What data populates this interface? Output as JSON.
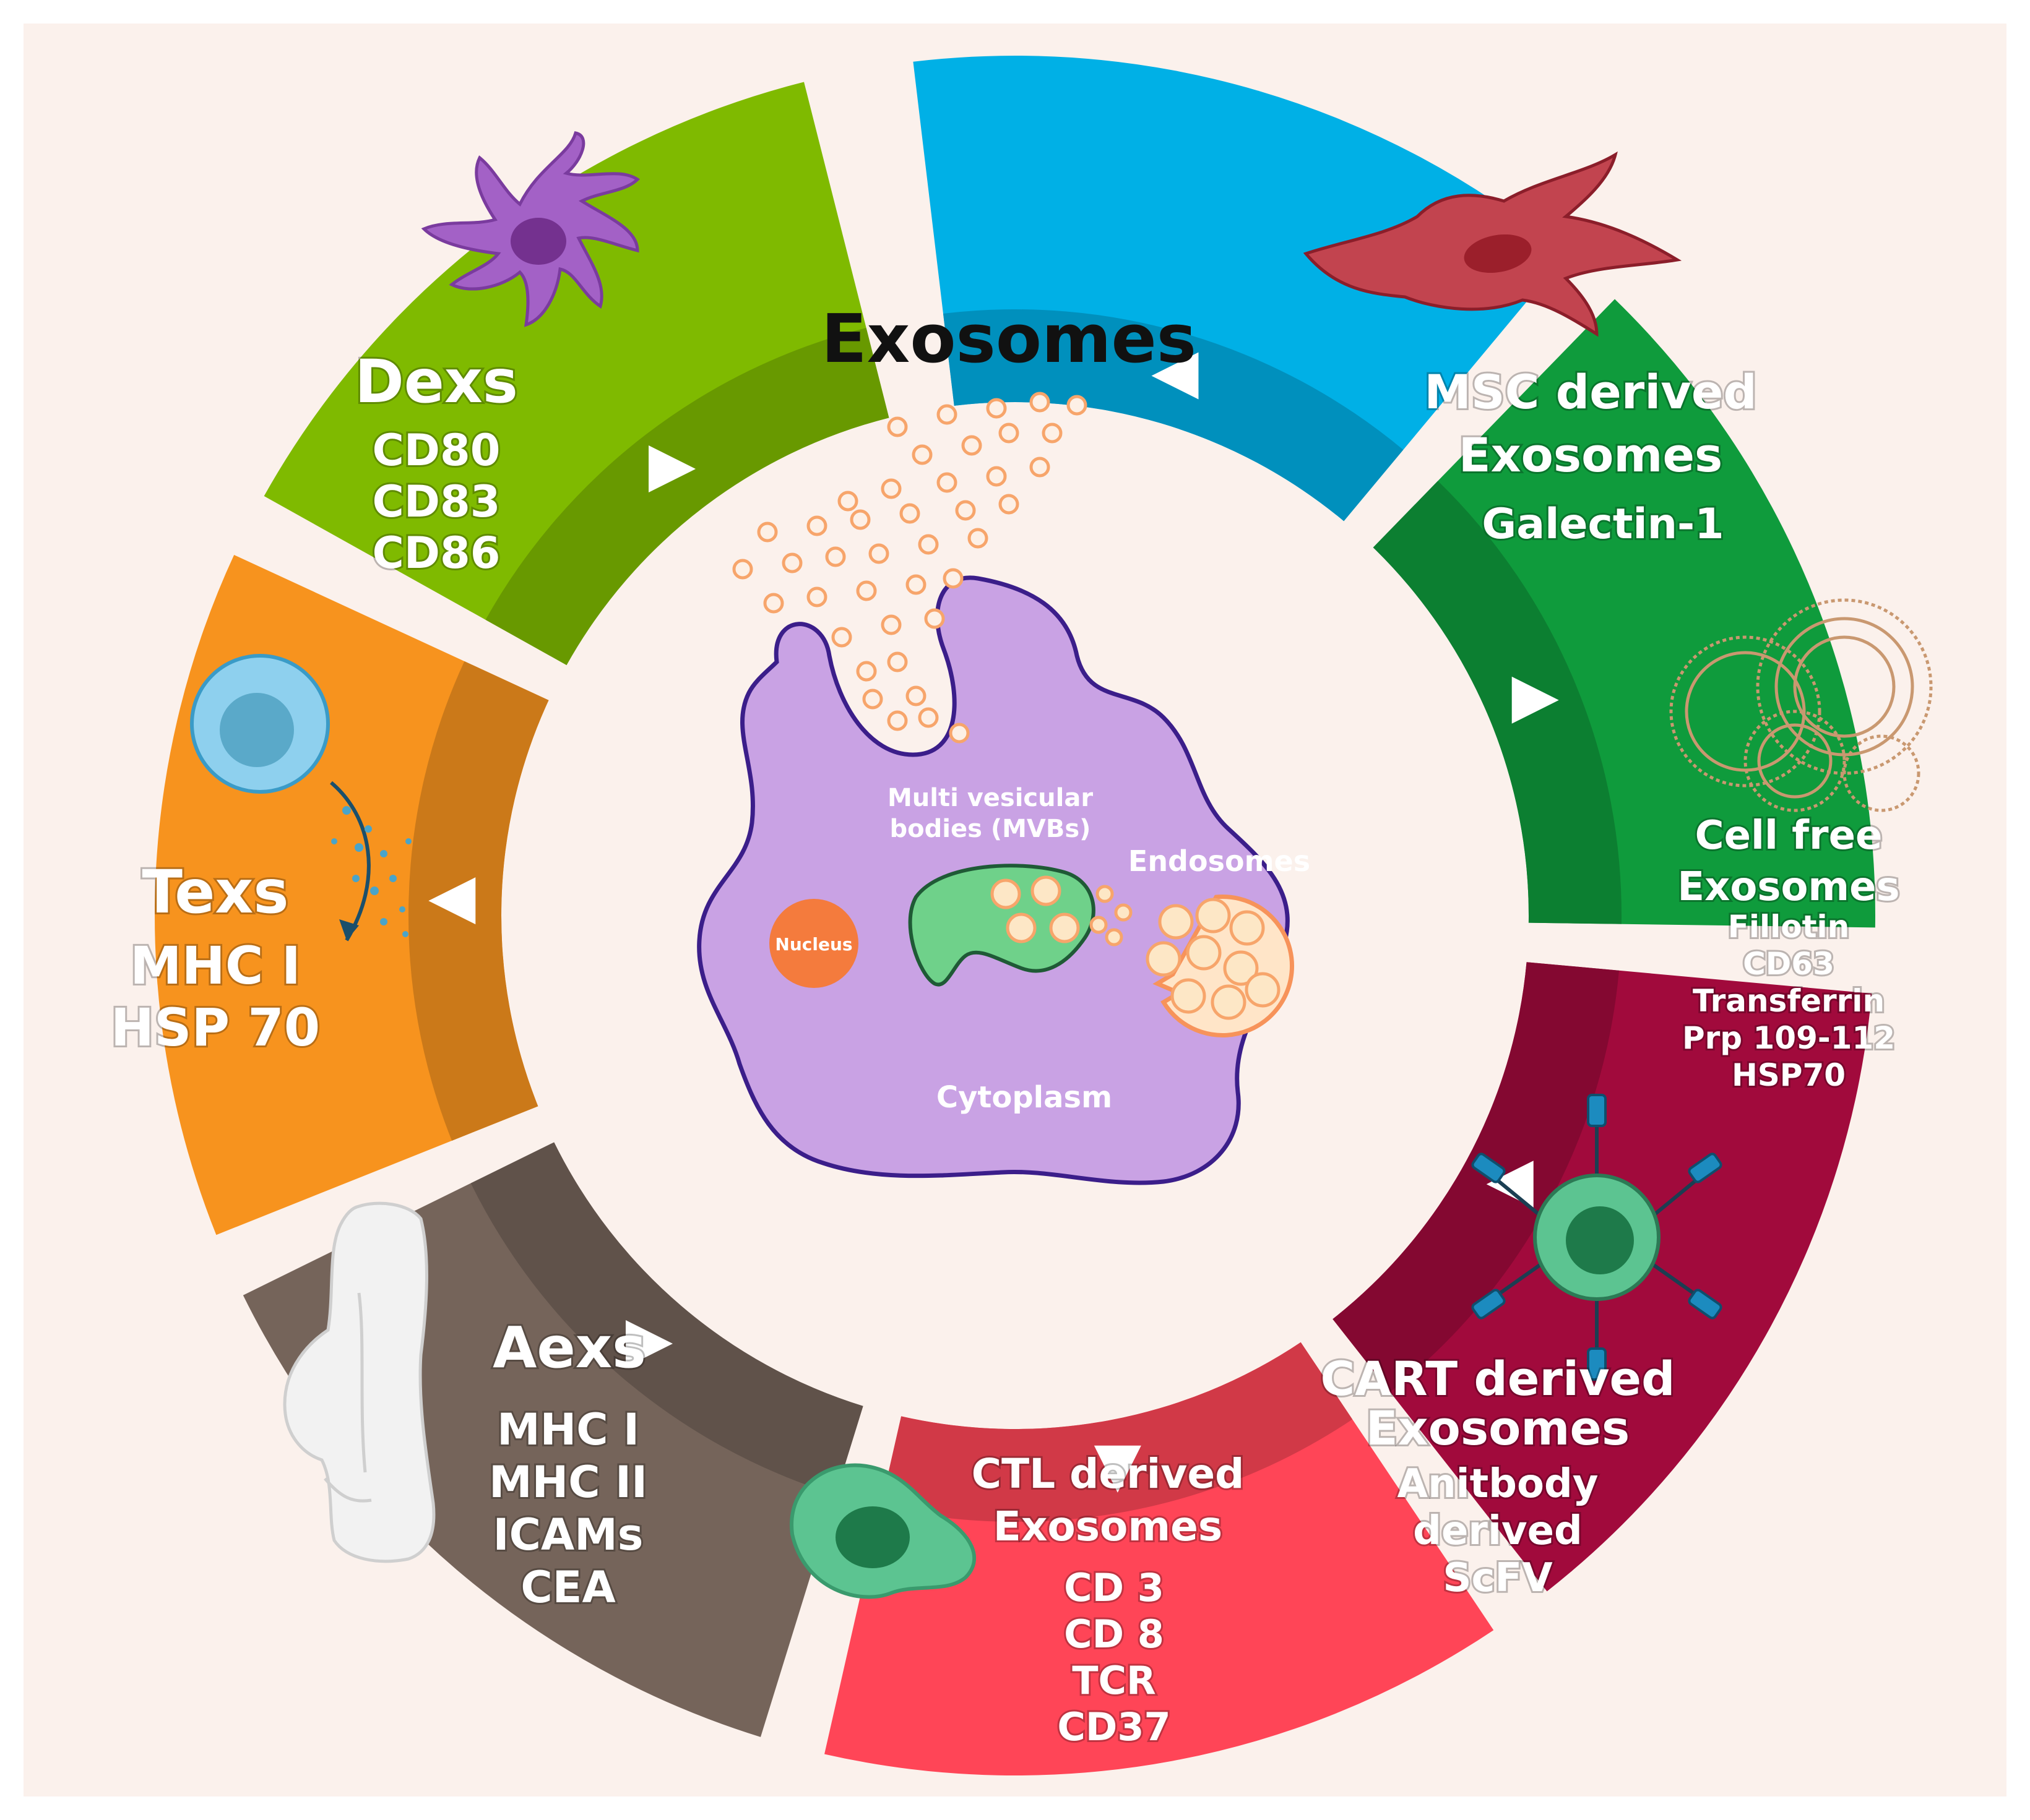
{
  "title": "Exosomes",
  "colors": {
    "background": "#fbf1ec",
    "dexs": "#7fba00",
    "texs": "#f7931e",
    "aexs": "#75645a",
    "ctl": "#ff4557",
    "cart": "#a10a3c",
    "cellfree": "#0f9b3c",
    "msc": "#00b0e6",
    "cell_body": "#c9a2e4",
    "cell_border": "#3b1e8a",
    "vesicle": "#f7a56b"
  },
  "segments": {
    "dexs": {
      "title": "Dexs",
      "markers": [
        "CD80",
        "CD83",
        "CD86"
      ],
      "icon": "dendritic-cell-icon"
    },
    "texs": {
      "title": "Texs",
      "markers": [
        "MHC I",
        "HSP 70"
      ],
      "icon": "tumor-cell-icon"
    },
    "aexs": {
      "title": "Aexs",
      "markers": [
        "MHC I",
        "MHC II",
        "ICAMs",
        "CEA"
      ],
      "icon": "ascites-body-icon"
    },
    "ctl": {
      "title_lines": [
        "CTL derived",
        "Exosomes"
      ],
      "markers": [
        "CD 3",
        "CD 8",
        "TCR",
        "CD37"
      ],
      "icon": "cytotoxic-t-cell-icon"
    },
    "cart": {
      "title_lines": [
        "CART derived",
        "Exosomes"
      ],
      "markers": [
        "Anitbody",
        "derived",
        "ScFV"
      ],
      "icon": "car-t-cell-icon"
    },
    "cellfree": {
      "title_lines": [
        "Cell free",
        "Exosomes"
      ],
      "markers": [
        "Fillotin",
        "CD63",
        "Transferrin",
        "Prp 109-112",
        "HSP70"
      ],
      "icon": "vesicle-rings-icon"
    },
    "msc": {
      "title_lines": [
        "MSC derived",
        "Exosomes"
      ],
      "markers": [
        "Galectin-1"
      ],
      "icon": "mesenchymal-stem-cell-icon"
    }
  },
  "cell": {
    "mvb_label": [
      "Multi vesicular",
      "bodies (MVBs)"
    ],
    "endosomes_label": "Endosomes",
    "nucleus_label": "Nucleus",
    "cytoplasm_label": "Cytoplasm"
  }
}
